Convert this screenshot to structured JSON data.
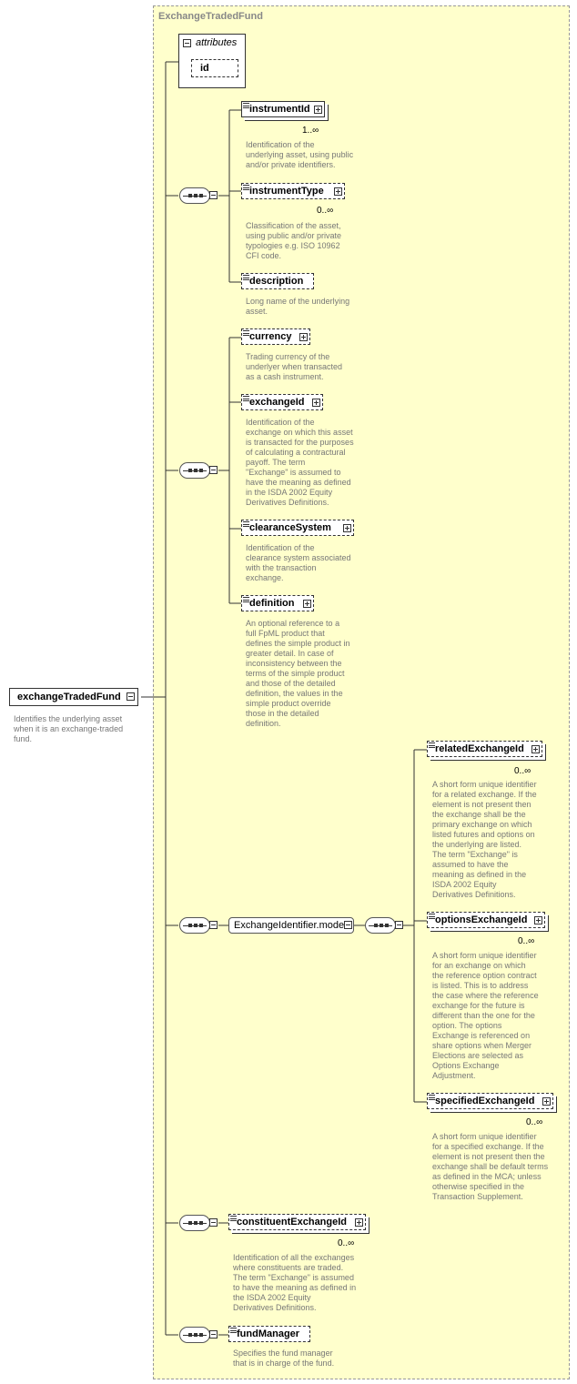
{
  "type_name": "ExchangeTradedFund",
  "root": {
    "name": "exchangeTradedFund",
    "doc": "Identifies the underlying asset\nwhen it is an exchange-traded\nfund."
  },
  "attributes": {
    "label": "attributes",
    "items": [
      "id"
    ]
  },
  "elements": {
    "instrumentId": {
      "name": "instrumentId",
      "card": "1..∞",
      "doc": "Identification of the\nunderlying asset, using public\nand/or private identifiers."
    },
    "instrumentType": {
      "name": "instrumentType",
      "card": "0..∞",
      "doc": "Classification of the asset,\nusing public and/or private\ntypologies e.g. ISO 10962\nCFI code."
    },
    "description": {
      "name": "description",
      "doc": "Long name of the underlying\nasset."
    },
    "currency": {
      "name": "currency",
      "doc": "Trading currency of the\nunderlyer when transacted\nas a cash instrument."
    },
    "exchangeId": {
      "name": "exchangeId",
      "doc": "Identification of the\nexchange on which this asset\nis transacted for the purposes\nof calculating a contractural\npayoff. The term\n\"Exchange\" is assumed to\nhave the meaning as defined\nin the ISDA 2002 Equity\nDerivatives Definitions."
    },
    "clearanceSystem": {
      "name": "clearanceSystem",
      "doc": "Identification of the\nclearance system associated\nwith the transaction\nexchange."
    },
    "definition": {
      "name": "definition",
      "doc": "An optional reference to a\nfull FpML product that\ndefines the simple product in\ngreater detail. In case of\ninconsistency between the\nterms of the simple product\nand those of the detailed\ndefinition, the values in the\nsimple product override\nthose in the detailed\ndefinition."
    },
    "relatedExchangeId": {
      "name": "relatedExchangeId",
      "card": "0..∞",
      "doc": "A short form unique identifier\nfor a related exchange. If the\nelement is not present then\nthe exchange shall be the\nprimary exchange on which\nlisted futures and options on\nthe underlying are listed.\nThe term \"Exchange\" is\nassumed to have the\nmeaning as defined in the\nISDA 2002 Equity\nDerivatives Definitions."
    },
    "optionsExchangeId": {
      "name": "optionsExchangeId",
      "card": "0..∞",
      "doc": "A short form unique identifier\nfor an exchange on which\nthe reference option contract\nis listed. This is to address\nthe case where the reference\nexchange for the future is\ndifferent than the one for the\noption. The options\nExchange is referenced on\nshare options when Merger\nElections are selected as\nOptions Exchange\nAdjustment."
    },
    "specifiedExchangeId": {
      "name": "specifiedExchangeId",
      "card": "0..∞",
      "doc": "A short form unique identifier\nfor a specified exchange. If the\nelement is not present then the\nexchange shall be default terms\nas defined in the MCA; unless\notherwise specified in the\nTransaction Supplement."
    },
    "constituentExchangeId": {
      "name": "constituentExchangeId",
      "card": "0..∞",
      "doc": "Identification of all the exchanges\nwhere constituents are traded.\nThe term \"Exchange\" is assumed\nto have the meaning as defined in\nthe ISDA 2002 Equity\nDerivatives Definitions."
    },
    "fundManager": {
      "name": "fundManager",
      "doc": "Specifies the fund manager\nthat is in charge of the fund."
    }
  },
  "model_group": {
    "name": "ExchangeIdentifier.model"
  }
}
